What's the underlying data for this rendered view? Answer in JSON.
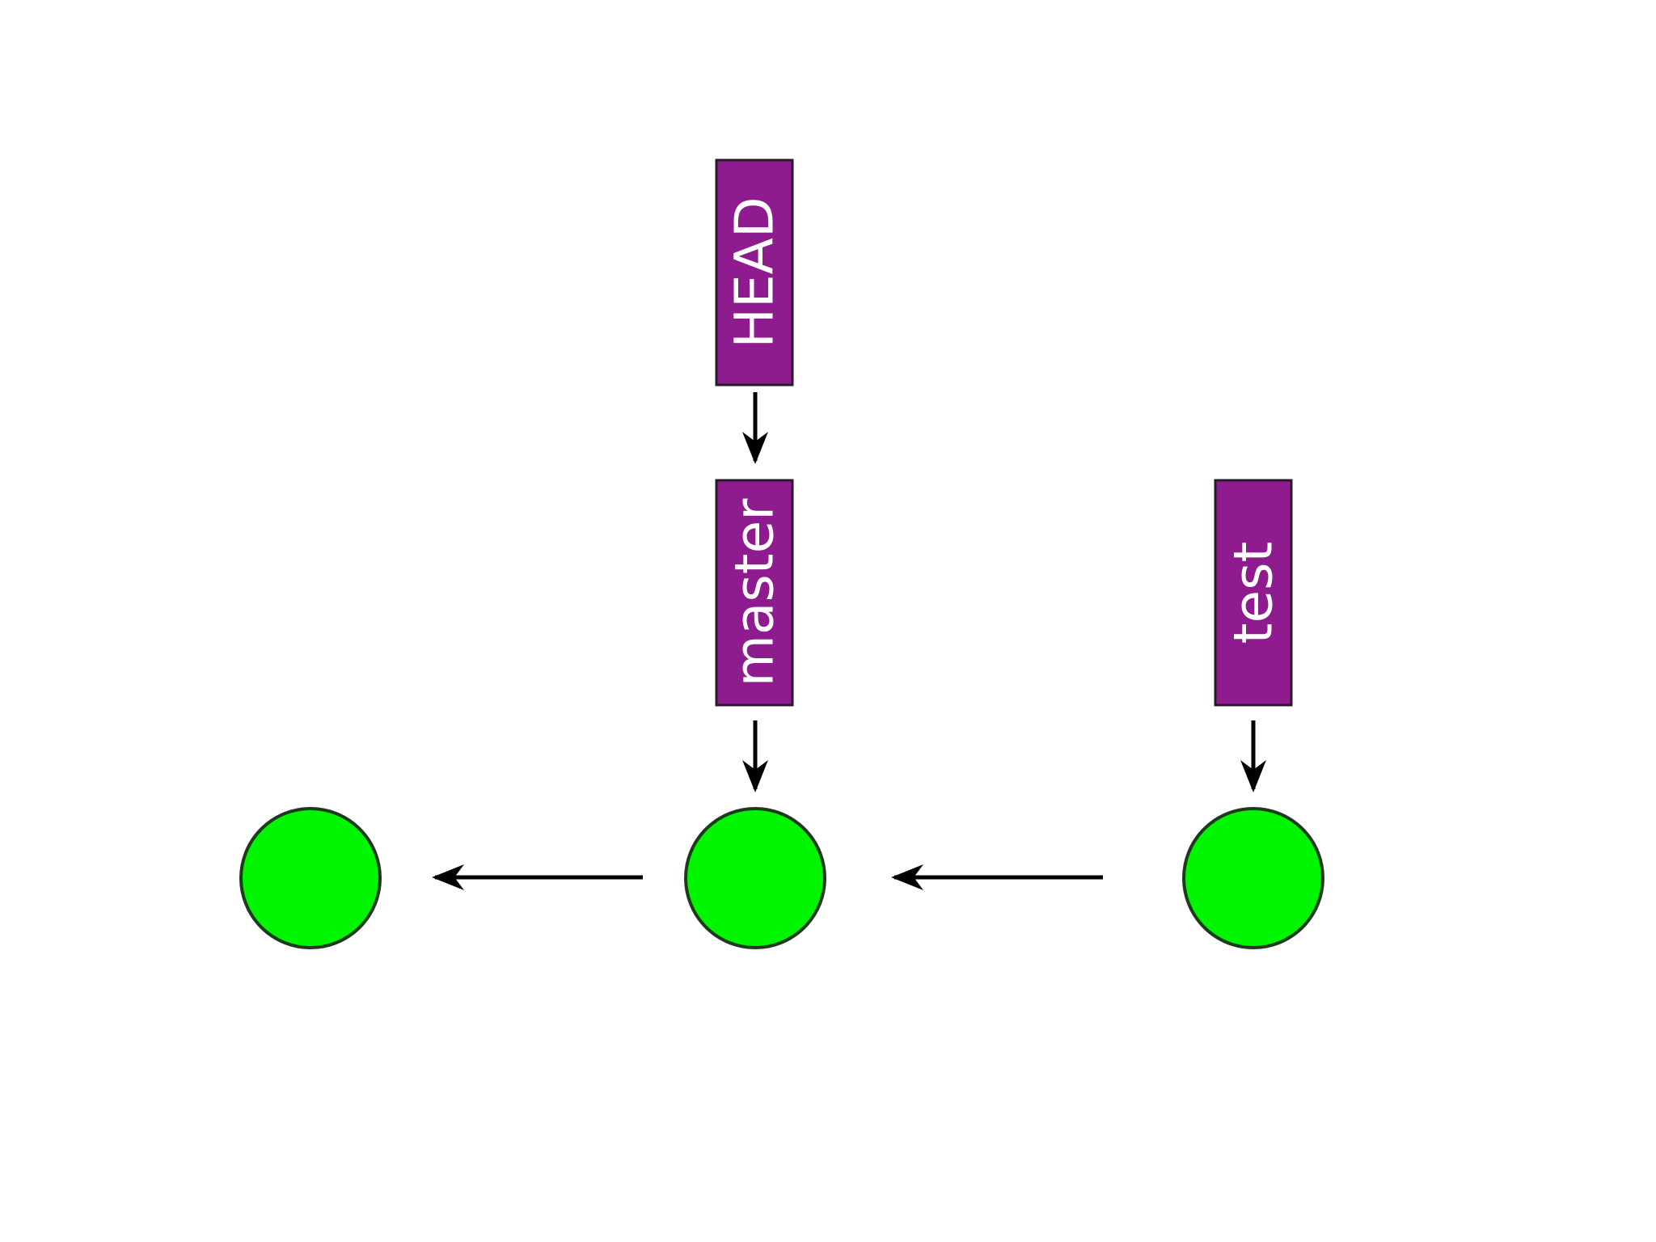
{
  "diagram": {
    "type": "git-branch-graph",
    "colors": {
      "ref_fill": "#8e1c8e",
      "commit_fill": "#00f500",
      "arrow": "#000000",
      "background": "#ffffff"
    },
    "refs": [
      {
        "id": "head",
        "label": "HEAD",
        "points_to": "master"
      },
      {
        "id": "master",
        "label": "master",
        "points_to": "commit-2"
      },
      {
        "id": "test",
        "label": "test",
        "points_to": "commit-3"
      }
    ],
    "commits": [
      {
        "id": "commit-1",
        "parent": null
      },
      {
        "id": "commit-2",
        "parent": "commit-1"
      },
      {
        "id": "commit-3",
        "parent": "commit-2"
      }
    ]
  }
}
